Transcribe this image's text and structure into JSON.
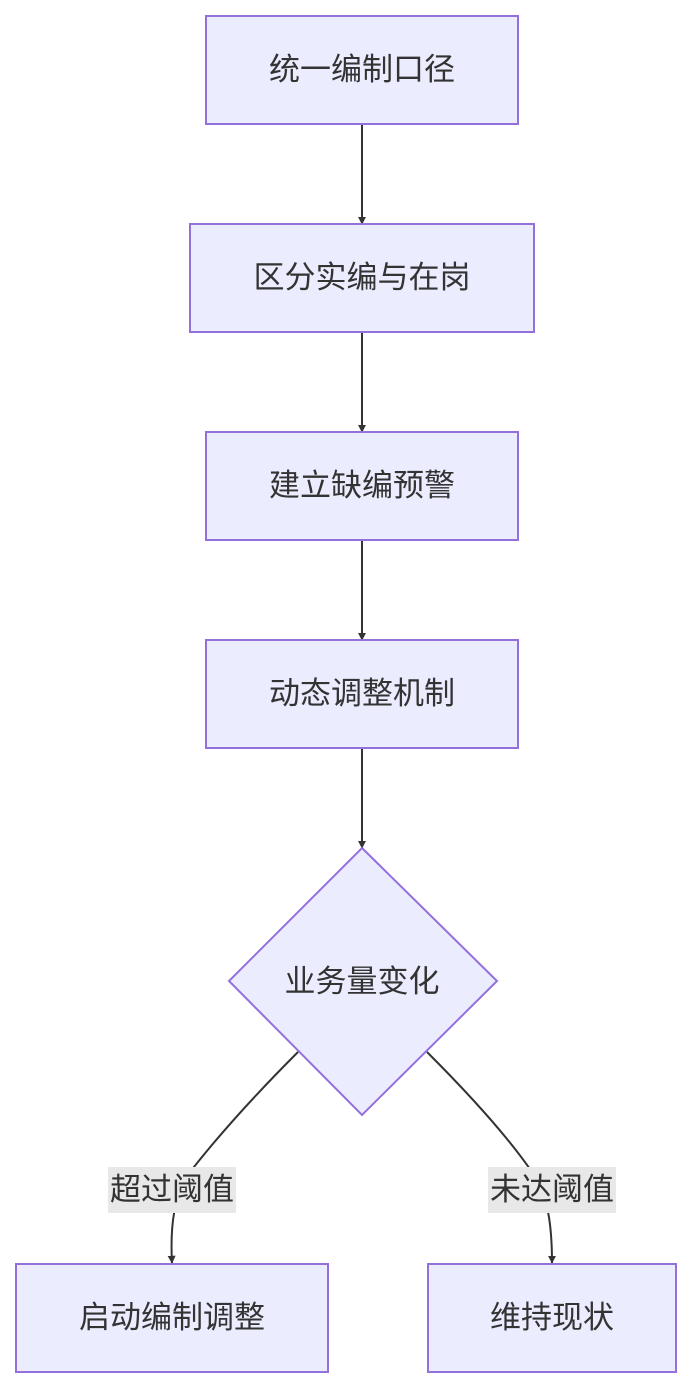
{
  "diagram": {
    "type": "flowchart",
    "colors": {
      "node_fill": "#ececff",
      "node_stroke": "#9370db",
      "edge": "#333333",
      "text": "#333333",
      "edge_label_bg": "#e8e8e8"
    },
    "nodes": {
      "unify": "统一编制口径",
      "distinguish": "区分实编与在岗",
      "warning": "建立缺编预警",
      "dynamic": "动态调整机制",
      "decision": "业务量变化",
      "start_adjust": "启动编制调整",
      "maintain": "维持现状"
    },
    "edges": [
      {
        "from": "unify",
        "to": "distinguish",
        "label": ""
      },
      {
        "from": "distinguish",
        "to": "warning",
        "label": ""
      },
      {
        "from": "warning",
        "to": "dynamic",
        "label": ""
      },
      {
        "from": "dynamic",
        "to": "decision",
        "label": ""
      },
      {
        "from": "decision",
        "to": "start_adjust",
        "label": "超过阈值"
      },
      {
        "from": "decision",
        "to": "maintain",
        "label": "未达阈值"
      }
    ],
    "edge_labels": {
      "exceed": "超过阈值",
      "below": "未达阈值"
    }
  }
}
